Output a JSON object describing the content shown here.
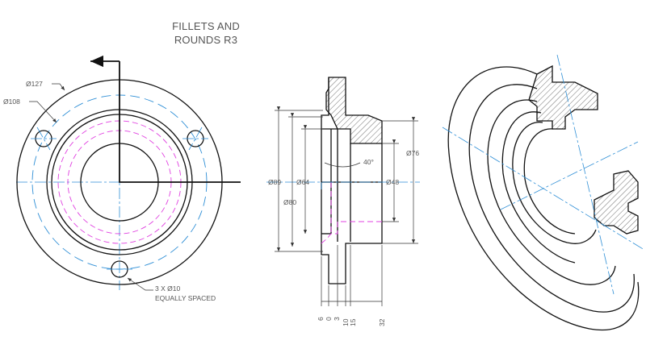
{
  "title": {
    "line1": "FILLETS AND",
    "line2": "ROUNDS R3"
  },
  "front_view": {
    "dia_outer": "Ø127",
    "dia_bolt_circle": "Ø108",
    "hole_note_line1": "3 X Ø10",
    "hole_note_line2": "EQUALLY SPACED"
  },
  "section_view": {
    "dia_89": "Ø89",
    "dia_80": "Ø80",
    "dia_64": "Ø64",
    "dia_48": "Ø48",
    "dia_76": "Ø76",
    "angle": "40°",
    "bottom_dims": [
      "6",
      "0",
      "3",
      "10",
      "15",
      "32"
    ]
  },
  "colors": {
    "object": "#111111",
    "centerline": "#2f8fd6",
    "hidden": "#e040e0",
    "text": "#555555"
  }
}
